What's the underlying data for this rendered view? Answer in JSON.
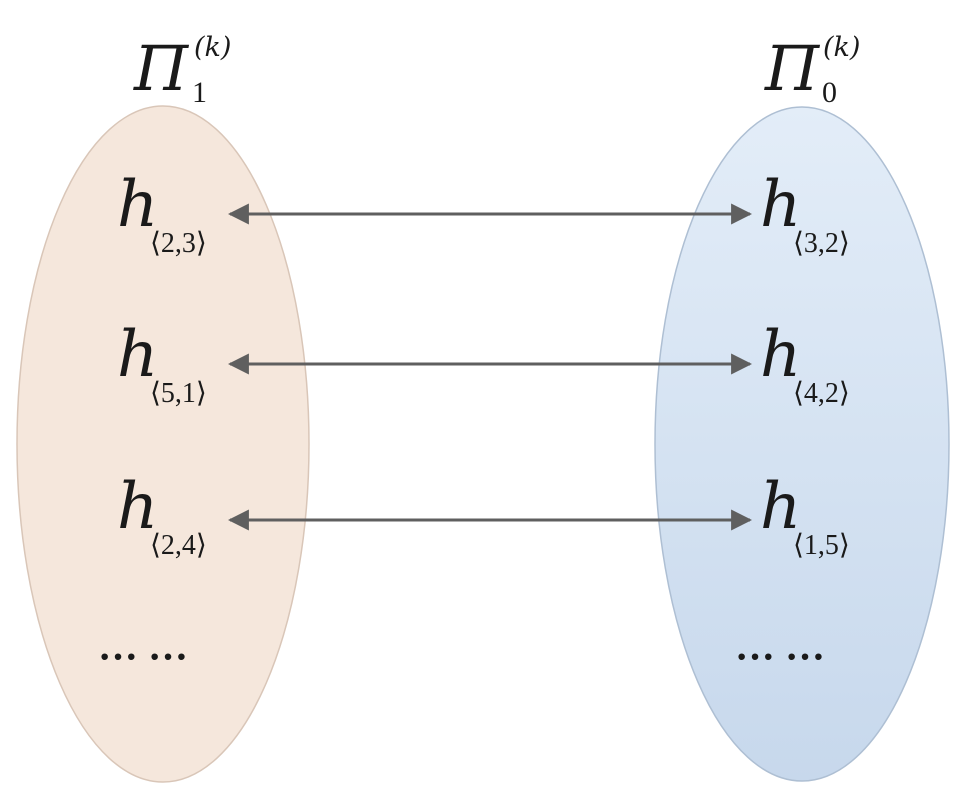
{
  "sets": {
    "left": {
      "symbol": "Π",
      "subscript": "1",
      "superscript": "(k)",
      "items": [
        {
          "base": "h",
          "sub": "⟨2,3⟩"
        },
        {
          "base": "h",
          "sub": "⟨5,1⟩"
        },
        {
          "base": "h",
          "sub": "⟨2,4⟩"
        }
      ],
      "ellipsis": "··· ···",
      "fill_color": "#f5e7dc"
    },
    "right": {
      "symbol": "Π",
      "subscript": "0",
      "superscript": "(k)",
      "items": [
        {
          "base": "h",
          "sub": "⟨3,2⟩"
        },
        {
          "base": "h",
          "sub": "⟨4,2⟩"
        },
        {
          "base": "h",
          "sub": "⟨1,5⟩"
        }
      ],
      "ellipsis": "··· ···",
      "fill_color_top": "#e3edf8",
      "fill_color_bottom": "#c7d8ec"
    }
  },
  "arrow_color": "#5f5f5f"
}
